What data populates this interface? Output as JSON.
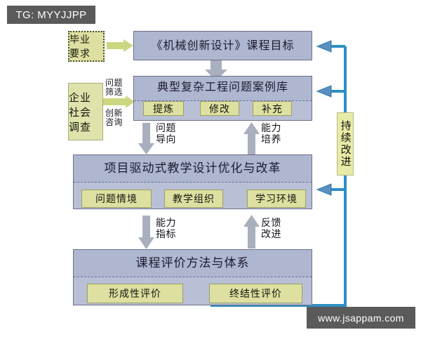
{
  "watermarks": {
    "top_left": "TG: MYYJJPP",
    "bottom_right": "www.jsappam.com"
  },
  "diagram": {
    "type": "flowchart",
    "title_box": "《机械创新设计》课程目标",
    "nodes": {
      "graduation_requirement": "毕业\n要求",
      "enterprise_survey": "企业\n社会\n调查",
      "case_library": "典型复杂工程问题案例库",
      "case_steps": [
        "提炼",
        "修改",
        "补充"
      ],
      "teaching_reform": "项目驱动式教学设计优化与改革",
      "teaching_steps": [
        "问题情境",
        "教学组织",
        "学习环境"
      ],
      "evaluation_system": "课程评价方法与体系",
      "evaluation_steps": [
        "形成性评价",
        "终结性评价"
      ],
      "continuous_improvement": "持续改进"
    },
    "edge_labels": {
      "problem_screening": "问题\n筛选",
      "innovation_consult": "创新\n咨询",
      "problem_oriented": "问题\n导向",
      "ability_cultivation": "能力\n培养",
      "ability_index": "能力\n指标",
      "feedback_improve": "反馈\n改进"
    }
  },
  "colors": {
    "blue_fill": "#aeb6d0",
    "blue_fill_light": "#b9c0d6",
    "green_fill": "#dde0a0",
    "green_soft": "#dfe3ab",
    "gray_arrow": "#a8afbd",
    "feedback_blue": "#2e8fc4",
    "tag_gray": "#5a5a5a"
  }
}
